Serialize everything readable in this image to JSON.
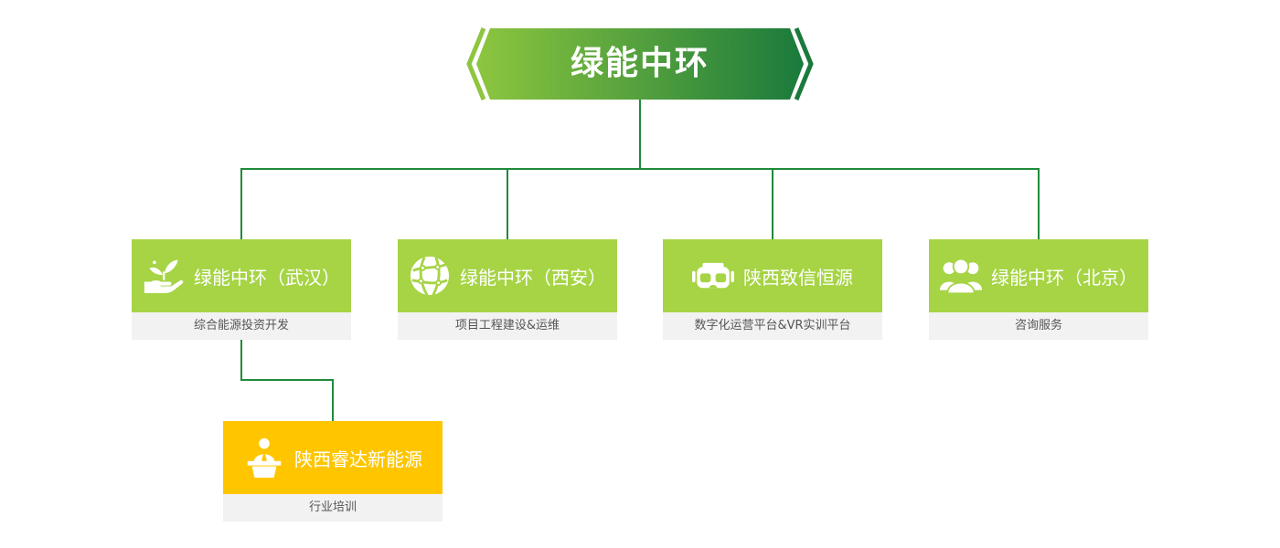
{
  "title": "绿能中环",
  "branches": [
    {
      "name": "绿能中环（武汉）",
      "desc": "综合能源投资开发",
      "icon": "hand-plant-icon"
    },
    {
      "name": "绿能中环（西安）",
      "desc": "项目工程建设&运维",
      "icon": "globe-network-icon"
    },
    {
      "name": "陕西致信恒源",
      "desc": "数字化运营平台&VR实训平台",
      "icon": "vr-headset-icon"
    },
    {
      "name": "绿能中环（北京）",
      "desc": "咨询服务",
      "icon": "users-group-icon"
    }
  ],
  "sub_branch": {
    "name": "陕西睿达新能源",
    "desc": "行业培训",
    "icon": "speaker-podium-icon"
  },
  "colors": {
    "banner_start": "#8dc63f",
    "banner_end": "#1a7a3c",
    "connector": "#1f8a3c",
    "node": "#a6d445",
    "sub_node": "#ffc600",
    "desc_bg": "#f2f2f2",
    "desc_text": "#555555"
  }
}
